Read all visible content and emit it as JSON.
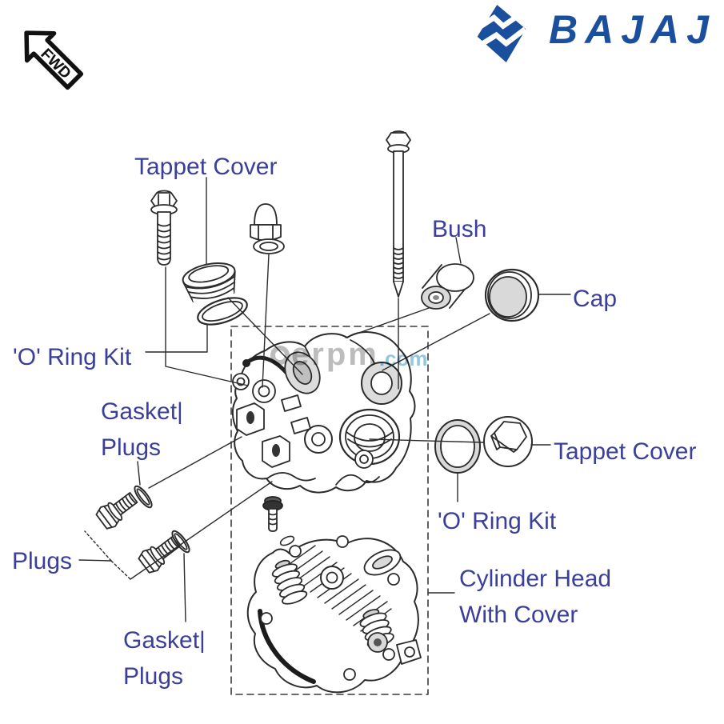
{
  "fwd_badge": {
    "label": "FWD"
  },
  "brand": {
    "wordmark": "BAJAJ",
    "emblem": "bajaj-flying-b"
  },
  "watermark": {
    "gray": "erpm",
    "blue": ".com"
  },
  "colors": {
    "label_blue": "#3a3f99",
    "brand_blue": "#1a4f9e",
    "line_dark": "#2b2b2b",
    "shade_gray": "#d9d9d9",
    "watermark_gray": "#b9b9b9",
    "watermark_blue": "#8fc3e0"
  },
  "callouts": {
    "tappet_cover_top": "Tappet Cover",
    "bush": "Bush",
    "cap": "Cap",
    "o_ring_kit_left": "'O' Ring Kit",
    "gasket_plugs_upper": {
      "line1": "Gasket|",
      "line2": "Plugs"
    },
    "plugs": "Plugs",
    "gasket_plugs_lower": {
      "line1": "Gasket|",
      "line2": "Plugs"
    },
    "tappet_cover_right": "Tappet Cover",
    "o_ring_kit_right": "'O' Ring Kit",
    "cylinder_head": {
      "line1": "Cylinder Head",
      "line2": "With Cover"
    }
  },
  "parts_shown": [
    "tappet-cover-bolt",
    "tappet-cover-acorn-nut",
    "tappet-cover-washer",
    "tappet-cover-screw-plug",
    "o-ring",
    "cylinder-head-cover",
    "long-mounting-bolt",
    "bush",
    "cap",
    "side-o-ring",
    "hex-socket-tappet-plug",
    "plug-bolt-1",
    "plug-gasket-1",
    "plug-bolt-2",
    "plug-gasket-2",
    "small-plug-bolt",
    "small-gasket",
    "cylinder-head-with-cover"
  ]
}
